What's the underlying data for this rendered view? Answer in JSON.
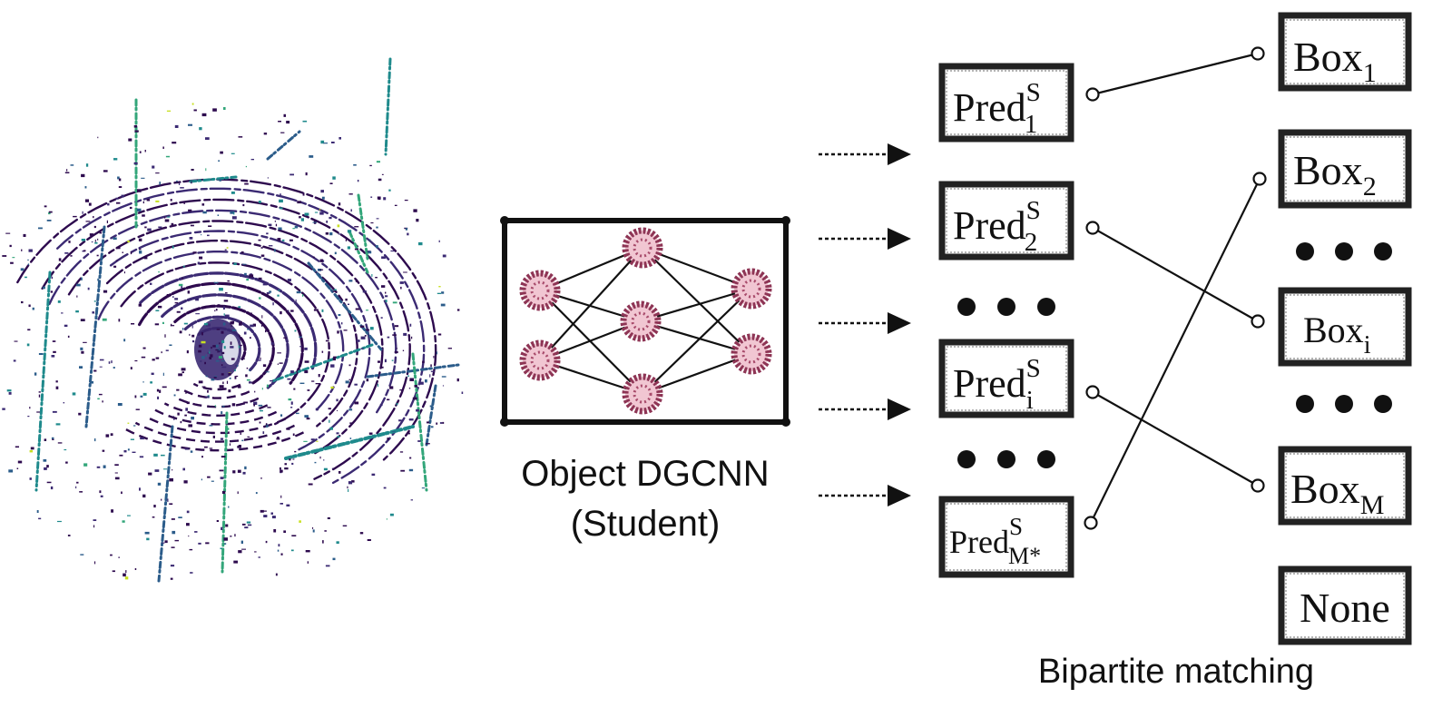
{
  "network": {
    "label_line1": "Object DGCNN",
    "label_line2": "(Student)"
  },
  "predictions": [
    {
      "base": "Pred",
      "sup": "S",
      "sub": "1"
    },
    {
      "base": "Pred",
      "sup": "S",
      "sub": "2"
    },
    {
      "base": "Pred",
      "sup": "S",
      "sub": "i"
    },
    {
      "base": "Pred",
      "sup": "S",
      "sub": "M*"
    }
  ],
  "boxes": [
    {
      "base": "Box",
      "sub": "1"
    },
    {
      "base": "Box",
      "sub": "2"
    },
    {
      "base": "Box",
      "sub": "i"
    },
    {
      "base": "Box",
      "sub": "M"
    },
    {
      "base": "None",
      "sub": ""
    }
  ],
  "matching": {
    "label": "Bipartite matching"
  },
  "colors": {
    "node_fill": "#f1c6d2",
    "node_stroke": "#8e3555",
    "point_cloud": [
      "#2d0a4e",
      "#3b2a73",
      "#2b5c8a",
      "#1f8a8c",
      "#33a67a",
      "#c8e020"
    ]
  }
}
